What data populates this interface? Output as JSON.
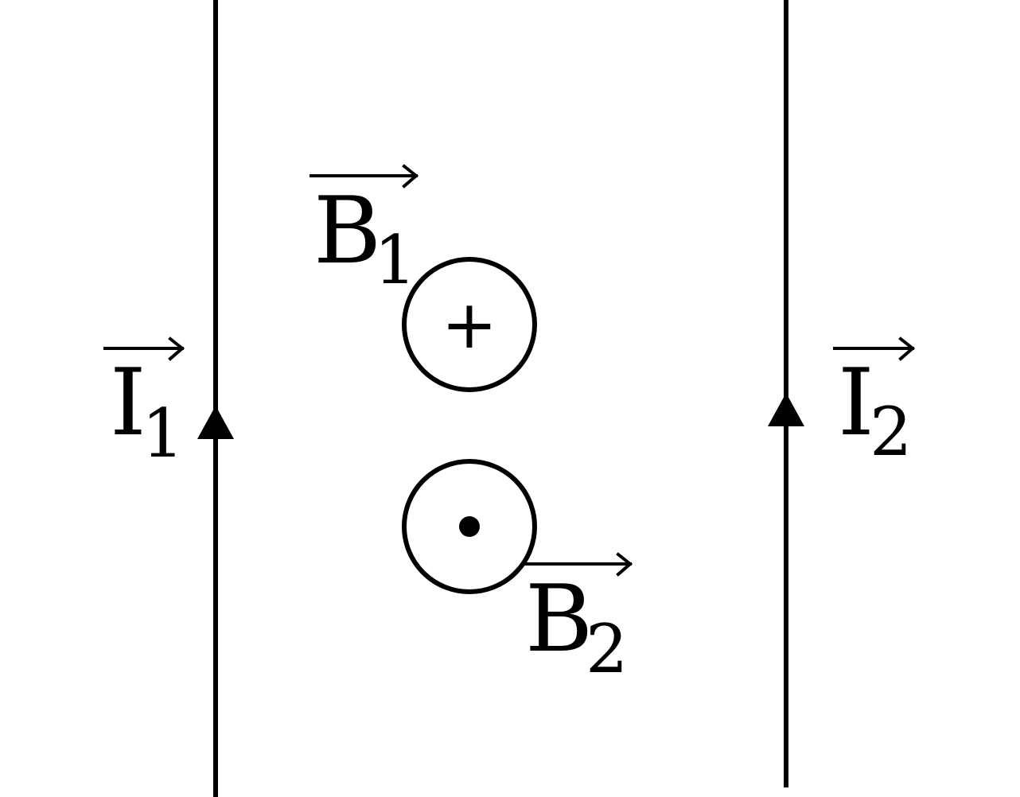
{
  "labels": {
    "current_1": {
      "main": "I",
      "sub": "1"
    },
    "current_2": {
      "main": "I",
      "sub": "2"
    },
    "field_1": {
      "main": "B",
      "sub": "1"
    },
    "field_2": {
      "main": "B",
      "sub": "2"
    }
  },
  "symbols": {
    "into_page": "+"
  }
}
